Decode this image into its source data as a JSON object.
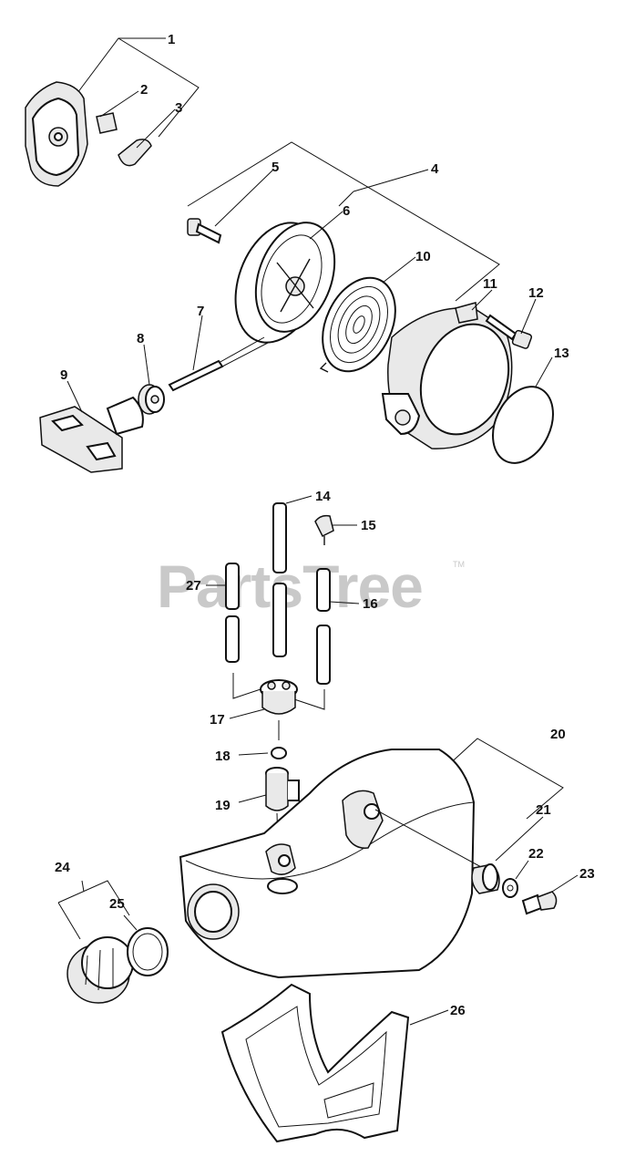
{
  "watermark": {
    "text": "PartsTree",
    "trademark": "TM"
  },
  "callouts": [
    {
      "id": "callout-1",
      "label": "1"
    },
    {
      "id": "callout-2",
      "label": "2"
    },
    {
      "id": "callout-3",
      "label": "3"
    },
    {
      "id": "callout-4",
      "label": "4"
    },
    {
      "id": "callout-5",
      "label": "5"
    },
    {
      "id": "callout-6",
      "label": "6"
    },
    {
      "id": "callout-7",
      "label": "7"
    },
    {
      "id": "callout-8",
      "label": "8"
    },
    {
      "id": "callout-9",
      "label": "9"
    },
    {
      "id": "callout-10",
      "label": "10"
    },
    {
      "id": "callout-11",
      "label": "11"
    },
    {
      "id": "callout-12",
      "label": "12"
    },
    {
      "id": "callout-13",
      "label": "13"
    },
    {
      "id": "callout-14",
      "label": "14"
    },
    {
      "id": "callout-15",
      "label": "15"
    },
    {
      "id": "callout-16",
      "label": "16"
    },
    {
      "id": "callout-17",
      "label": "17"
    },
    {
      "id": "callout-18",
      "label": "18"
    },
    {
      "id": "callout-19",
      "label": "19"
    },
    {
      "id": "callout-20",
      "label": "20"
    },
    {
      "id": "callout-21",
      "label": "21"
    },
    {
      "id": "callout-22",
      "label": "22"
    },
    {
      "id": "callout-23",
      "label": "23"
    },
    {
      "id": "callout-24",
      "label": "24"
    },
    {
      "id": "callout-25",
      "label": "25"
    },
    {
      "id": "callout-26",
      "label": "26"
    },
    {
      "id": "callout-27",
      "label": "27"
    }
  ]
}
